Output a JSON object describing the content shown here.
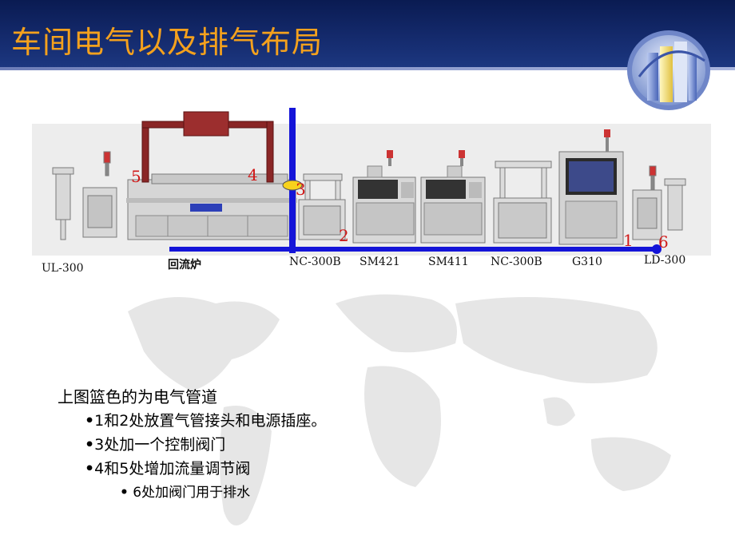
{
  "title": "车间电气以及排气布局",
  "diagram": {
    "machine_labels": [
      "UL-300",
      "回流炉",
      "NC-300B",
      "SM421",
      "SM411",
      "NC-300B",
      "G310",
      "LD-300"
    ],
    "markers": [
      "5",
      "4",
      "3",
      "2",
      "1",
      "6"
    ],
    "colors": {
      "pipe": "#1414d8",
      "exhaust": "#8a2626",
      "marker": "#d01818"
    }
  },
  "notes": {
    "lead": "上图篮色的为电气管道",
    "items": [
      {
        "bullet": "•",
        "text": "1和2处放置气管接头和电源插座。"
      },
      {
        "bullet": "•",
        "text": "3处加一个控制阀门"
      },
      {
        "bullet": "•",
        "text": "4和5处增加流量调节阀"
      }
    ],
    "sub": {
      "bullet": "•",
      "text": "6处加阀门用于排水"
    }
  }
}
